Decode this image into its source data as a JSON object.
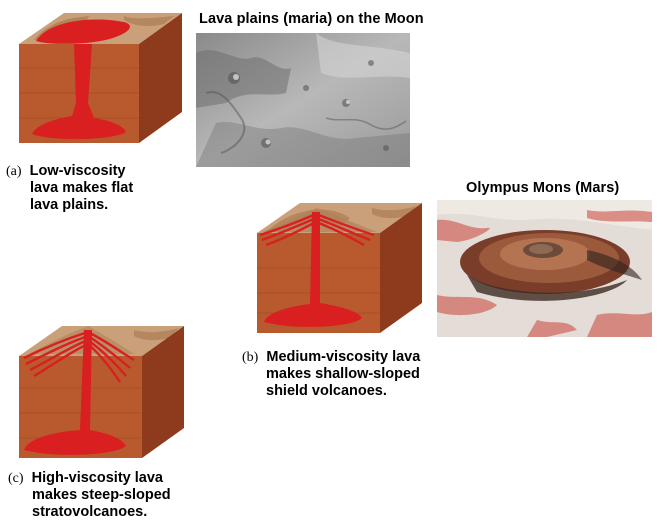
{
  "photos": {
    "moon_title": "Lava plains (maria) on the Moon",
    "mars_title": "Olympus Mons (Mars)"
  },
  "captions": {
    "a": {
      "tag": "(a)",
      "line1": "Low-viscosity",
      "line2": "lava makes flat",
      "line3": "lava plains."
    },
    "b": {
      "tag": "(b)",
      "line1": "Medium-viscosity lava",
      "line2": "makes shallow-sloped",
      "line3": "shield volcanoes."
    },
    "c": {
      "tag": "(c)",
      "line1": "High-viscosity lava",
      "line2": "makes steep-sloped",
      "line3": "stratovolcanoes."
    }
  },
  "colors": {
    "rock_front": "#b85a2e",
    "rock_side": "#8e3a1c",
    "top_surface": "#c9a07a",
    "lava": "#d91f1f"
  }
}
